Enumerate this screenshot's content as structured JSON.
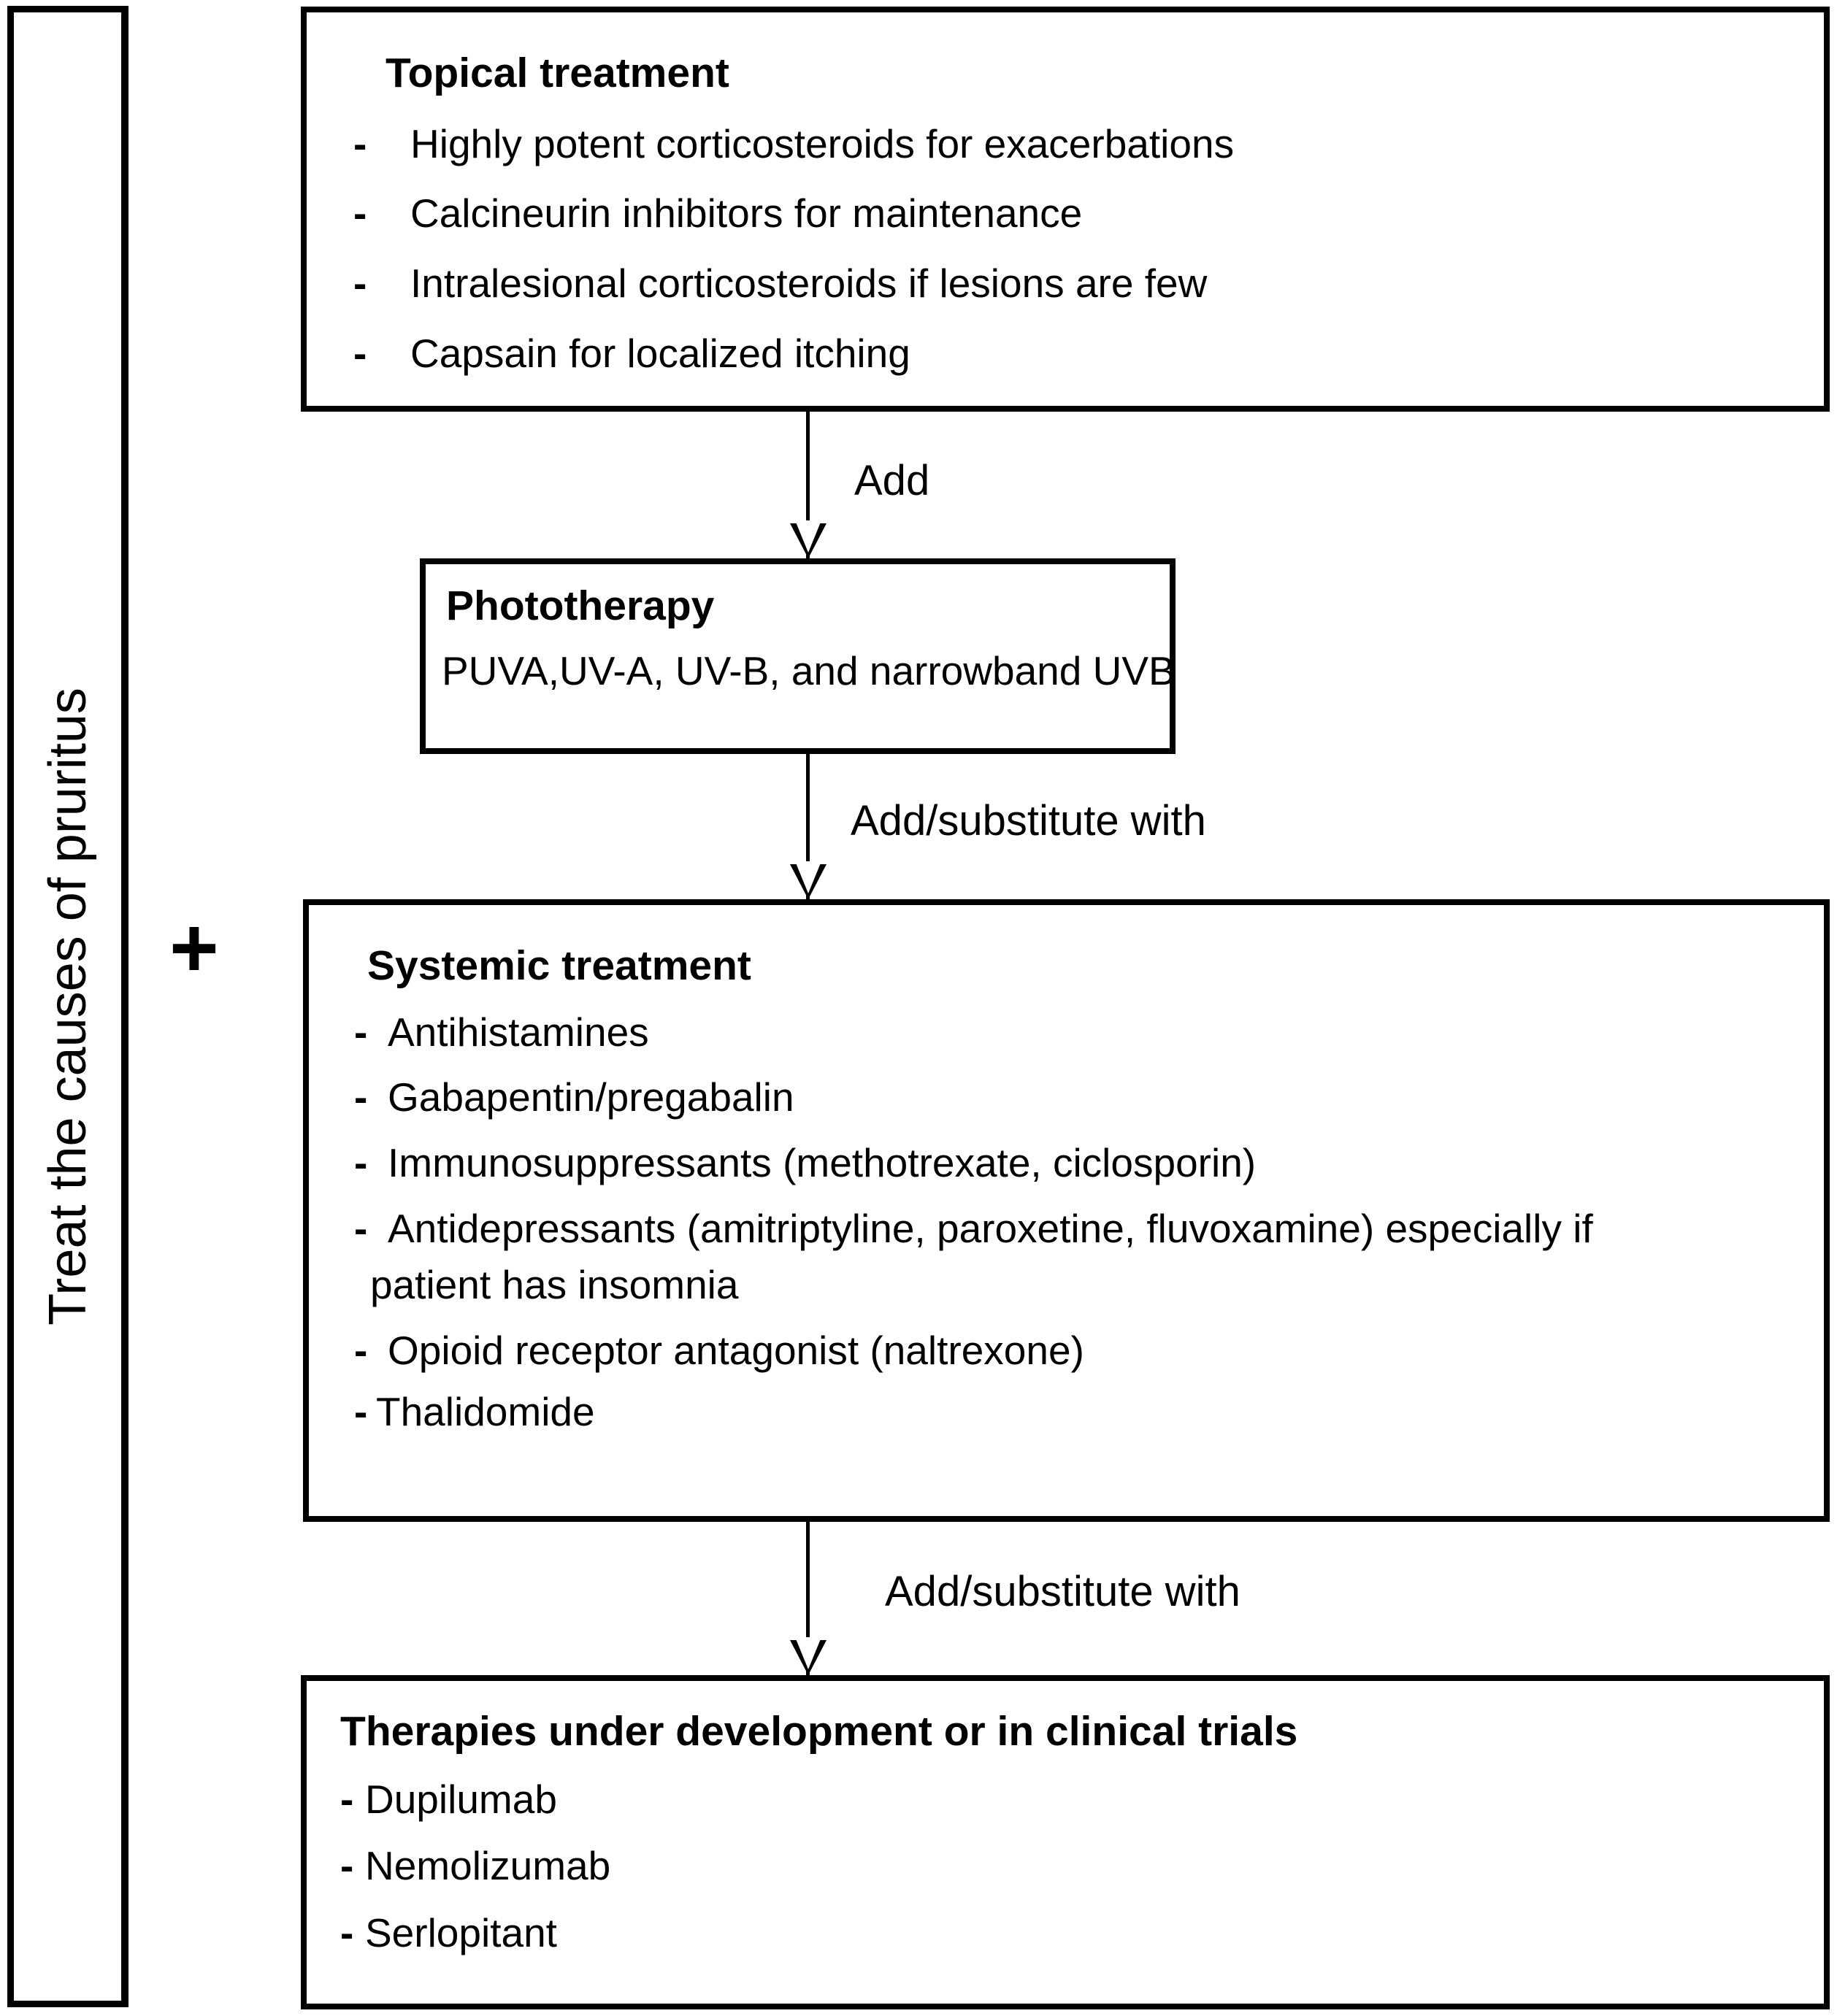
{
  "left_panel": {
    "label": "Treat the causes of pruritus",
    "plus_symbol": "+"
  },
  "boxes": {
    "topical": {
      "title": "Topical treatment",
      "bullet_marker": "-",
      "items": [
        "Highly potent corticosteroids for exacerbations",
        "Calcineurin inhibitors for maintenance",
        "Intralesional corticosteroids if lesions are few",
        "Capsain for localized itching"
      ]
    },
    "phototherapy": {
      "title": "Phototherapy",
      "line": "PUVA,UV-A, UV-B, and narrowband UVB"
    },
    "systemic": {
      "title": "Systemic treatment",
      "bullet_marker": "-",
      "items": [
        "Antihistamines",
        "Gabapentin/pregabalin",
        "Immunosuppressants (methotrexate, ciclosporin)",
        "Antidepressants (amitriptyline, paroxetine, fluvoxamine) especially if"
      ],
      "continuation": "patient has insomnia",
      "items_after": [
        "Opioid receptor antagonist (naltrexone)",
        "Thalidomide"
      ]
    },
    "pipeline": {
      "title": "Therapies under development or in clinical trials",
      "bullet_marker": "-",
      "items": [
        "Dupilumab",
        "Nemolizumab",
        "Serlopitant"
      ]
    }
  },
  "connectors": [
    {
      "label": "Add"
    },
    {
      "label": "Add/substitute with"
    },
    {
      "label": "Add/substitute with"
    }
  ],
  "colors": {
    "stroke": "#000000",
    "background": "#ffffff"
  }
}
